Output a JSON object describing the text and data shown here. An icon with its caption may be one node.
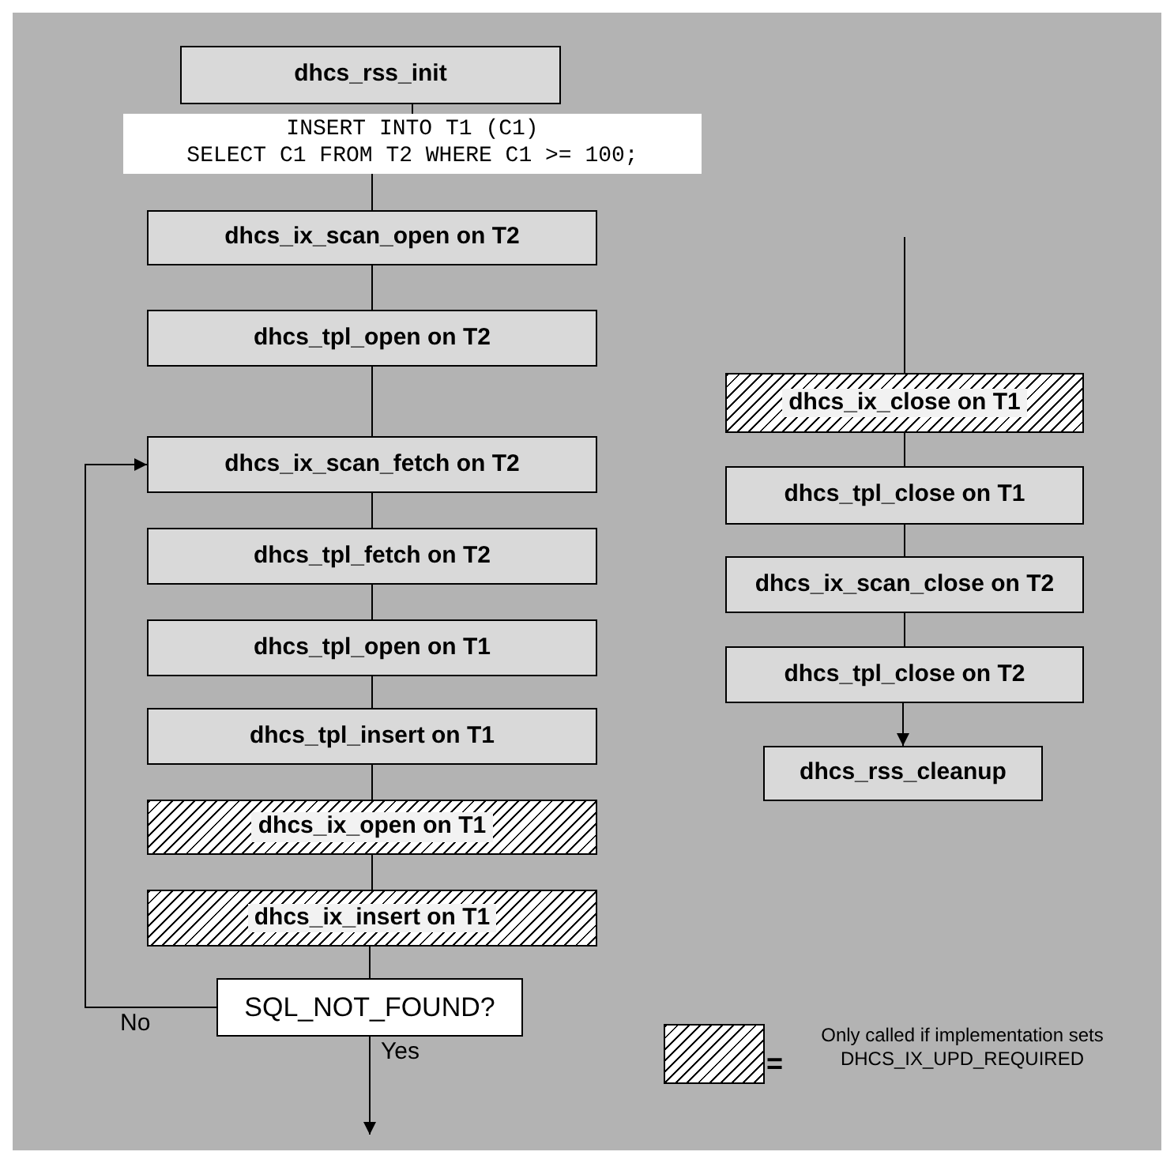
{
  "diagram": {
    "nodes": [
      {
        "text": [
          "dhcs_rss_init"
        ]
      },
      {
        "text": [
          "INSERT INTO T1 (C1)",
          "SELECT C1 FROM T2 WHERE C1 >= 100;"
        ]
      },
      {
        "text": [
          "dhcs_ix_scan_open on T2"
        ]
      },
      {
        "text": [
          "dhcs_tpl_open on T2"
        ]
      },
      {
        "text": [
          "dhcs_ix_scan_fetch on T2"
        ]
      },
      {
        "text": [
          "dhcs_tpl_fetch on T2"
        ]
      },
      {
        "text": [
          "dhcs_tpl_open on T1"
        ]
      },
      {
        "text": [
          "dhcs_tpl_insert on T1"
        ]
      },
      {
        "text": [
          "dhcs_ix_open on T1"
        ]
      },
      {
        "text": [
          "dhcs_ix_insert on T1"
        ]
      },
      {
        "text": [
          "SQL_NOT_FOUND?"
        ]
      },
      {
        "text": [
          "dhcs_ix_close on T1"
        ]
      },
      {
        "text": [
          "dhcs_tpl_close on T1"
        ]
      },
      {
        "text": [
          "dhcs_ix_scan_close on T2"
        ]
      },
      {
        "text": [
          "dhcs_tpl_close on T2"
        ]
      },
      {
        "text": [
          "dhcs_rss_cleanup"
        ]
      }
    ],
    "edges": [
      {
        "from": 0,
        "to": 1,
        "arrow": "none"
      },
      {
        "from": 1,
        "to": 2,
        "arrow": "none"
      },
      {
        "from": 2,
        "to": 3,
        "arrow": "none"
      },
      {
        "from": 3,
        "to": 4,
        "arrow": "none"
      },
      {
        "from": 4,
        "to": 5,
        "arrow": "none"
      },
      {
        "from": 5,
        "to": 6,
        "arrow": "none"
      },
      {
        "from": 6,
        "to": 7,
        "arrow": "none"
      },
      {
        "from": 7,
        "to": 8,
        "arrow": "none"
      },
      {
        "from": 8,
        "to": 9,
        "arrow": "none"
      },
      {
        "from": 9,
        "to": 10,
        "arrow": "none"
      },
      {
        "from": 10,
        "to": 4,
        "arrow": "to",
        "label": "No"
      },
      {
        "from": 10,
        "to": null,
        "arrow": "to",
        "label": "Yes"
      },
      {
        "from": null,
        "to": 11,
        "arrow": "none"
      },
      {
        "from": 11,
        "to": 12,
        "arrow": "none"
      },
      {
        "from": 12,
        "to": 13,
        "arrow": "none"
      },
      {
        "from": 13,
        "to": 14,
        "arrow": "none"
      },
      {
        "from": 14,
        "to": 15,
        "arrow": "to"
      }
    ],
    "labels": [
      "="
    ],
    "legend": [
      {
        "text": "Only called if implementation sets DHCS_IX_UPD_REQUIRED"
      }
    ]
  }
}
